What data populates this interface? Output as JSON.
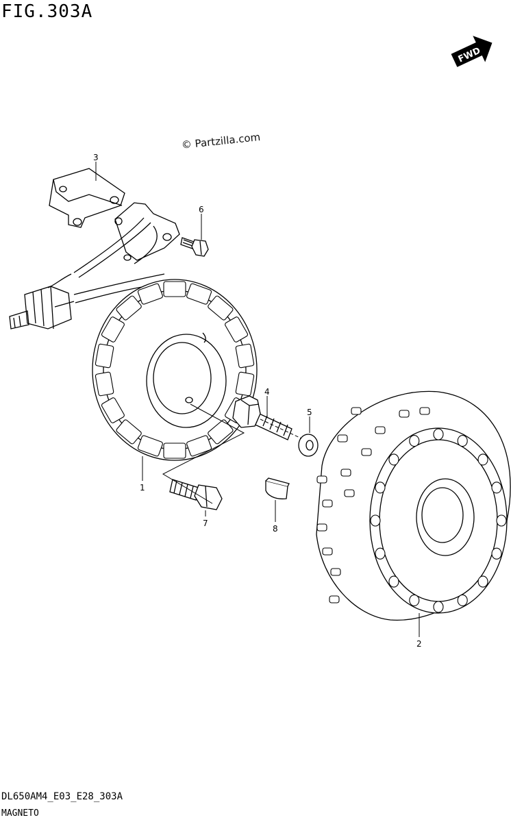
{
  "header": {
    "figure_title": "FIG.303A"
  },
  "watermark": {
    "text": "© Partzilla.com"
  },
  "direction_badge": {
    "label": "FWD",
    "icon": "forward-arrow-icon"
  },
  "parts": [
    {
      "ref": "1",
      "name": "stator"
    },
    {
      "ref": "2",
      "name": "flywheel-rotor"
    },
    {
      "ref": "3",
      "name": "bracket"
    },
    {
      "ref": "4",
      "name": "bolt"
    },
    {
      "ref": "5",
      "name": "washer"
    },
    {
      "ref": "6",
      "name": "screw"
    },
    {
      "ref": "7",
      "name": "screw"
    },
    {
      "ref": "8",
      "name": "key"
    }
  ],
  "footer": {
    "model_code": "DL650AM4_E03_E28_303A",
    "section_name": "MAGNETO"
  }
}
